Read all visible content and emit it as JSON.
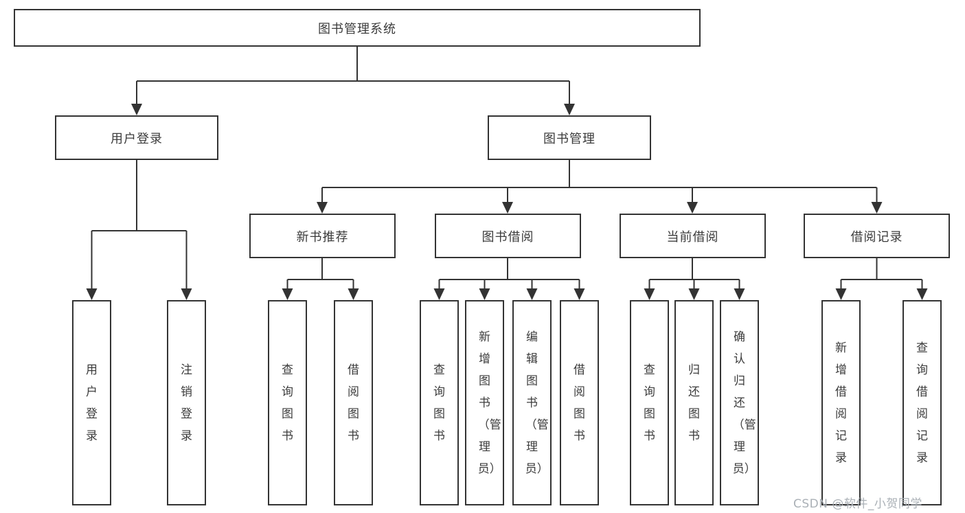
{
  "diagram": {
    "colors": {
      "line": "#333333",
      "box_border": "#333333",
      "box_background": "#ffffff",
      "text": "#3b3b3b",
      "watermark": "#aab0b6"
    },
    "root": {
      "label": "图书管理系统"
    },
    "branches": [
      {
        "label": "用户登录",
        "children": [
          {
            "label": "用户登录"
          },
          {
            "label": "注销登录"
          }
        ]
      },
      {
        "label": "图书管理",
        "children": [
          {
            "label": "新书推荐",
            "children": [
              {
                "label": "查询图书"
              },
              {
                "label": "借阅图书"
              }
            ]
          },
          {
            "label": "图书借阅",
            "children": [
              {
                "label": "查询图书"
              },
              {
                "label": "新增图书（管理员）"
              },
              {
                "label": "编辑图书（管理员）"
              },
              {
                "label": "借阅图书"
              }
            ]
          },
          {
            "label": "当前借阅",
            "children": [
              {
                "label": "查询图书"
              },
              {
                "label": "归还图书"
              },
              {
                "label": "确认归还（管理员）"
              }
            ]
          },
          {
            "label": "借阅记录",
            "children": [
              {
                "label": "新增借阅记录"
              },
              {
                "label": "查询借阅记录"
              }
            ]
          }
        ]
      }
    ],
    "watermark": "CSDN @软件_小贺同学"
  }
}
